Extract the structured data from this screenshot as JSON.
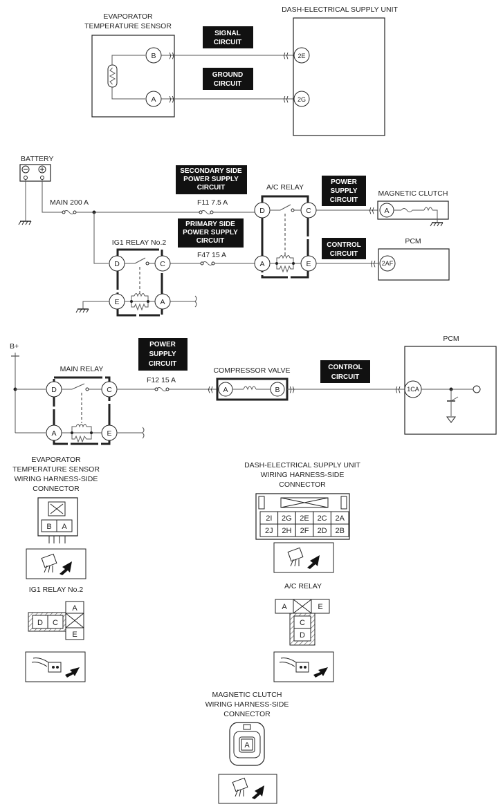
{
  "section1": {
    "sensor_title_1": "EVAPORATOR",
    "sensor_title_2": "TEMPERATURE SENSOR",
    "dash_title": "DASH-ELECTRICAL SUPPLY UNIT",
    "pin_b": "B",
    "pin_a": "A",
    "pin_2e": "2E",
    "pin_2g": "2G",
    "signal_1": "SIGNAL",
    "signal_2": "CIRCUIT",
    "ground_1": "GROUND",
    "ground_2": "CIRCUIT"
  },
  "section2": {
    "battery": "BATTERY",
    "main_fuse": "MAIN 200 A",
    "secondary_1": "SECONDARY SIDE",
    "secondary_2": "POWER SUPPLY",
    "secondary_3": "CIRCUIT",
    "primary_1": "PRIMARY SIDE",
    "primary_2": "POWER SUPPLY",
    "primary_3": "CIRCUIT",
    "f11": "F11 7.5 A",
    "f47": "F47 15 A",
    "ac_relay": "A/C RELAY",
    "ig1_relay": "IG1 RELAY No.2",
    "power_1": "POWER",
    "power_2": "SUPPLY",
    "power_3": "CIRCUIT",
    "control_1": "CONTROL",
    "control_2": "CIRCUIT",
    "magnetic_clutch": "MAGNETIC CLUTCH",
    "pcm": "PCM",
    "pin_d": "D",
    "pin_c": "C",
    "pin_a": "A",
    "pin_e": "E",
    "pin_2af": "2AF"
  },
  "section3": {
    "bplus": "B+",
    "main_relay": "MAIN RELAY",
    "power_1": "POWER",
    "power_2": "SUPPLY",
    "power_3": "CIRCUIT",
    "f12": "F12 15 A",
    "compressor_valve": "COMPRESSOR VALVE",
    "control_1": "CONTROL",
    "control_2": "CIRCUIT",
    "pcm": "PCM",
    "pin_d": "D",
    "pin_c": "C",
    "pin_a": "A",
    "pin_e": "E",
    "pin_b": "B",
    "pin_1ca": "1CA"
  },
  "connectors": {
    "evap_1": "EVAPORATOR",
    "evap_2": "TEMPERATURE SENSOR",
    "evap_3": "WIRING HARNESS-SIDE",
    "evap_4": "CONNECTOR",
    "evap_pin_b": "B",
    "evap_pin_a": "A",
    "dash_1": "DASH-ELECTRICAL SUPPLY UNIT",
    "dash_2": "WIRING HARNESS-SIDE",
    "dash_3": "CONNECTOR",
    "dash_row1": [
      "2I",
      "2G",
      "2E",
      "2C",
      "2A"
    ],
    "dash_row2": [
      "2J",
      "2H",
      "2F",
      "2D",
      "2B"
    ],
    "ig1_title": "IG1 RELAY No.2",
    "ig1_pin_d": "D",
    "ig1_pin_c": "C",
    "ig1_pin_a": "A",
    "ig1_pin_e": "E",
    "ac_title": "A/C RELAY",
    "ac_pin_a": "A",
    "ac_pin_e": "E",
    "ac_pin_c": "C",
    "ac_pin_d": "D",
    "mc_1": "MAGNETIC CLUTCH",
    "mc_2": "WIRING HARNESS-SIDE",
    "mc_3": "CONNECTOR",
    "mc_pin_a": "A"
  }
}
